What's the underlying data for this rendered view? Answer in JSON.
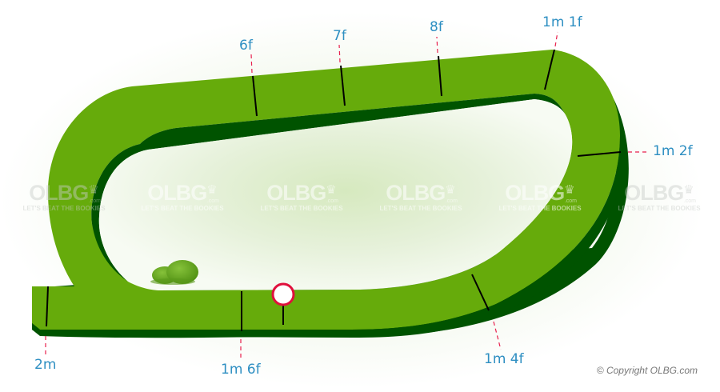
{
  "course": {
    "track_color": "#66ab0b",
    "track_shadow_color": "#005300",
    "infield_tint": "#d8ebc4",
    "label_color": "#2e8fc2",
    "marker_line_color": "#e8204d"
  },
  "distance_markers": [
    {
      "id": "2m",
      "label": "2m"
    },
    {
      "id": "1m6f",
      "label": "1m 6f"
    },
    {
      "id": "1m4f",
      "label": "1m 4f"
    },
    {
      "id": "1m2f",
      "label": "1m 2f"
    },
    {
      "id": "1m1f",
      "label": "1m 1f"
    },
    {
      "id": "8f",
      "label": "8f"
    },
    {
      "id": "7f",
      "label": "7f"
    },
    {
      "id": "6f",
      "label": "6f"
    }
  ],
  "watermark": {
    "logo": "OLBG",
    "crown": "♛",
    "dotcom": ".com",
    "tagline": "LET'S BEAT THE BOOKIES",
    "count": 6
  },
  "winning_post": {
    "label": "finish-post"
  },
  "copyright": "© Copyright OLBG.com"
}
